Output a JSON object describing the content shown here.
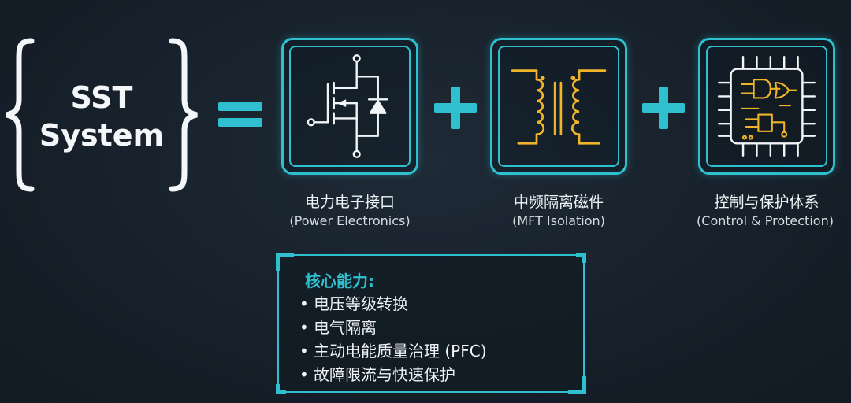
{
  "sst": {
    "line1": "SST",
    "line2": "System"
  },
  "components": [
    {
      "name_cn": "电力电子接口",
      "name_en": "(Power Electronics)",
      "icon": "mosfet-transistor-icon"
    },
    {
      "name_cn": "中频隔离磁件",
      "name_en": "(MFT Isolation)",
      "icon": "transformer-icon"
    },
    {
      "name_cn": "控制与保护体系",
      "name_en": "(Control & Protection)",
      "icon": "microchip-logic-icon"
    }
  ],
  "core": {
    "title": "核心能力:",
    "bullet": "•",
    "items": [
      "电压等级转换",
      "电气隔离",
      "主动电能质量治理 (PFC)",
      "故障限流与快速保护"
    ]
  },
  "colors": {
    "accent": "#2fc0d0",
    "gold": "#f0b429",
    "background": "#17212b"
  }
}
